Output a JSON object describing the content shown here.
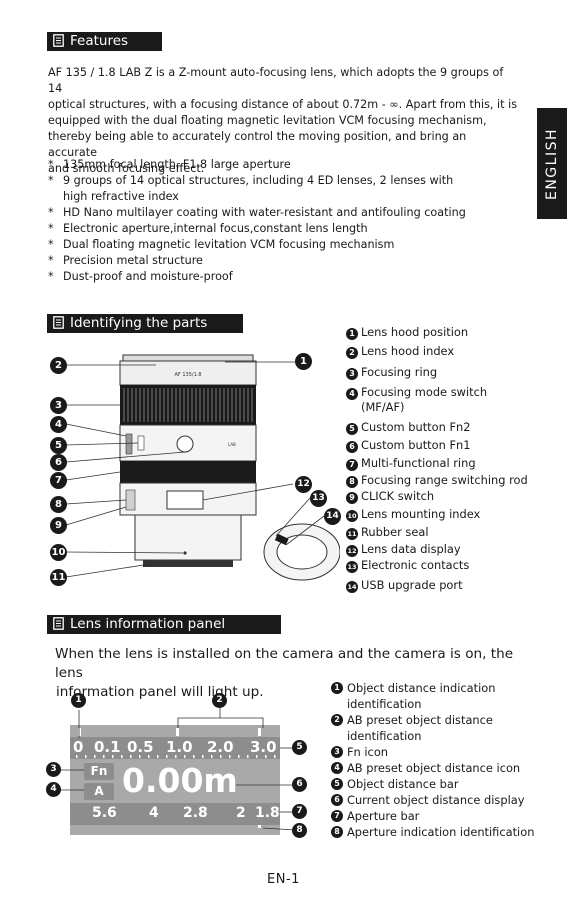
{
  "language_tab": "ENGLISH",
  "features": {
    "title": "Features",
    "paragraph_lines": [
      "AF 135 / 1.8 LAB Z is a Z-mount auto-focusing lens, which adopts the 9 groups of 14",
      "optical structures, with a focusing distance of about 0.72m - ∞. Apart from this, it is",
      "equipped with the dual floating magnetic levitation VCM focusing mechanism,",
      "thereby being able to accurately control the moving position, and bring an accurate",
      "and smooth focusing effect."
    ],
    "bullet_mark": "*",
    "bullets": [
      [
        "135mm focal length, F1.8 large aperture"
      ],
      [
        "9 groups of 14 optical structures, including 4 ED lenses, 2 lenses with",
        "high refractive index"
      ],
      [
        "HD Nano multilayer coating with water-resistant and antifouling coating"
      ],
      [
        "Electronic aperture,internal focus,constant lens length"
      ],
      [
        "Dual floating magnetic levitation VCM focusing mechanism"
      ],
      [
        "Precision metal structure"
      ],
      [
        "Dust-proof and moisture-proof"
      ]
    ]
  },
  "parts": {
    "title": "Identifying the parts",
    "items": [
      {
        "num": "1",
        "lines": [
          "Lens hood position"
        ]
      },
      {
        "num": "2",
        "lines": [
          "Lens hood index"
        ]
      },
      {
        "num": "3",
        "lines": [
          "Focusing ring"
        ]
      },
      {
        "num": "4",
        "lines": [
          "Focusing mode switch",
          "(MF/AF)"
        ]
      },
      {
        "num": "5",
        "lines": [
          "Custom button Fn2"
        ]
      },
      {
        "num": "6",
        "lines": [
          "Custom button Fn1"
        ]
      },
      {
        "num": "7",
        "lines": [
          "Multi-functional ring"
        ]
      },
      {
        "num": "8",
        "lines": [
          "Focusing range switching rod"
        ]
      },
      {
        "num": "9",
        "lines": [
          "CLICK switch"
        ]
      },
      {
        "num": "10",
        "lines": [
          "Lens mounting index"
        ]
      },
      {
        "num": "11",
        "lines": [
          "Rubber seal"
        ]
      },
      {
        "num": "12",
        "lines": [
          "Lens data display"
        ]
      },
      {
        "num": "13",
        "lines": [
          "Electronic contacts"
        ]
      },
      {
        "num": "14",
        "lines": [
          "USB upgrade port"
        ]
      }
    ],
    "lens_brand": "AF 135/1.8",
    "lens_side_text": "LAB"
  },
  "panel": {
    "title": "Lens information panel",
    "intro_lines": [
      "When the lens is installed on the camera and the camera is on, the lens",
      "information panel will light up."
    ],
    "items": [
      {
        "num": "1",
        "lines": [
          "Object distance indication",
          "identification"
        ]
      },
      {
        "num": "2",
        "lines": [
          "AB preset object distance",
          "identification"
        ]
      },
      {
        "num": "3",
        "lines": [
          "Fn icon"
        ]
      },
      {
        "num": "4",
        "lines": [
          "AB preset object distance icon"
        ]
      },
      {
        "num": "5",
        "lines": [
          "Object distance bar"
        ]
      },
      {
        "num": "6",
        "lines": [
          "Current object distance display"
        ]
      },
      {
        "num": "7",
        "lines": [
          "Aperture bar"
        ]
      },
      {
        "num": "8",
        "lines": [
          "Aperture indication identification"
        ]
      }
    ],
    "display": {
      "distance_scale": [
        "0",
        "0.1",
        "0.5",
        "1.0",
        "2.0",
        "3.0"
      ],
      "fn_icon": "Fn",
      "ab_icon": "A",
      "current_distance": "0.00m",
      "aperture_scale": [
        "5.6",
        "4",
        "2.8",
        "2",
        "1.8"
      ]
    }
  },
  "footer": {
    "page_label": "EN-1"
  }
}
